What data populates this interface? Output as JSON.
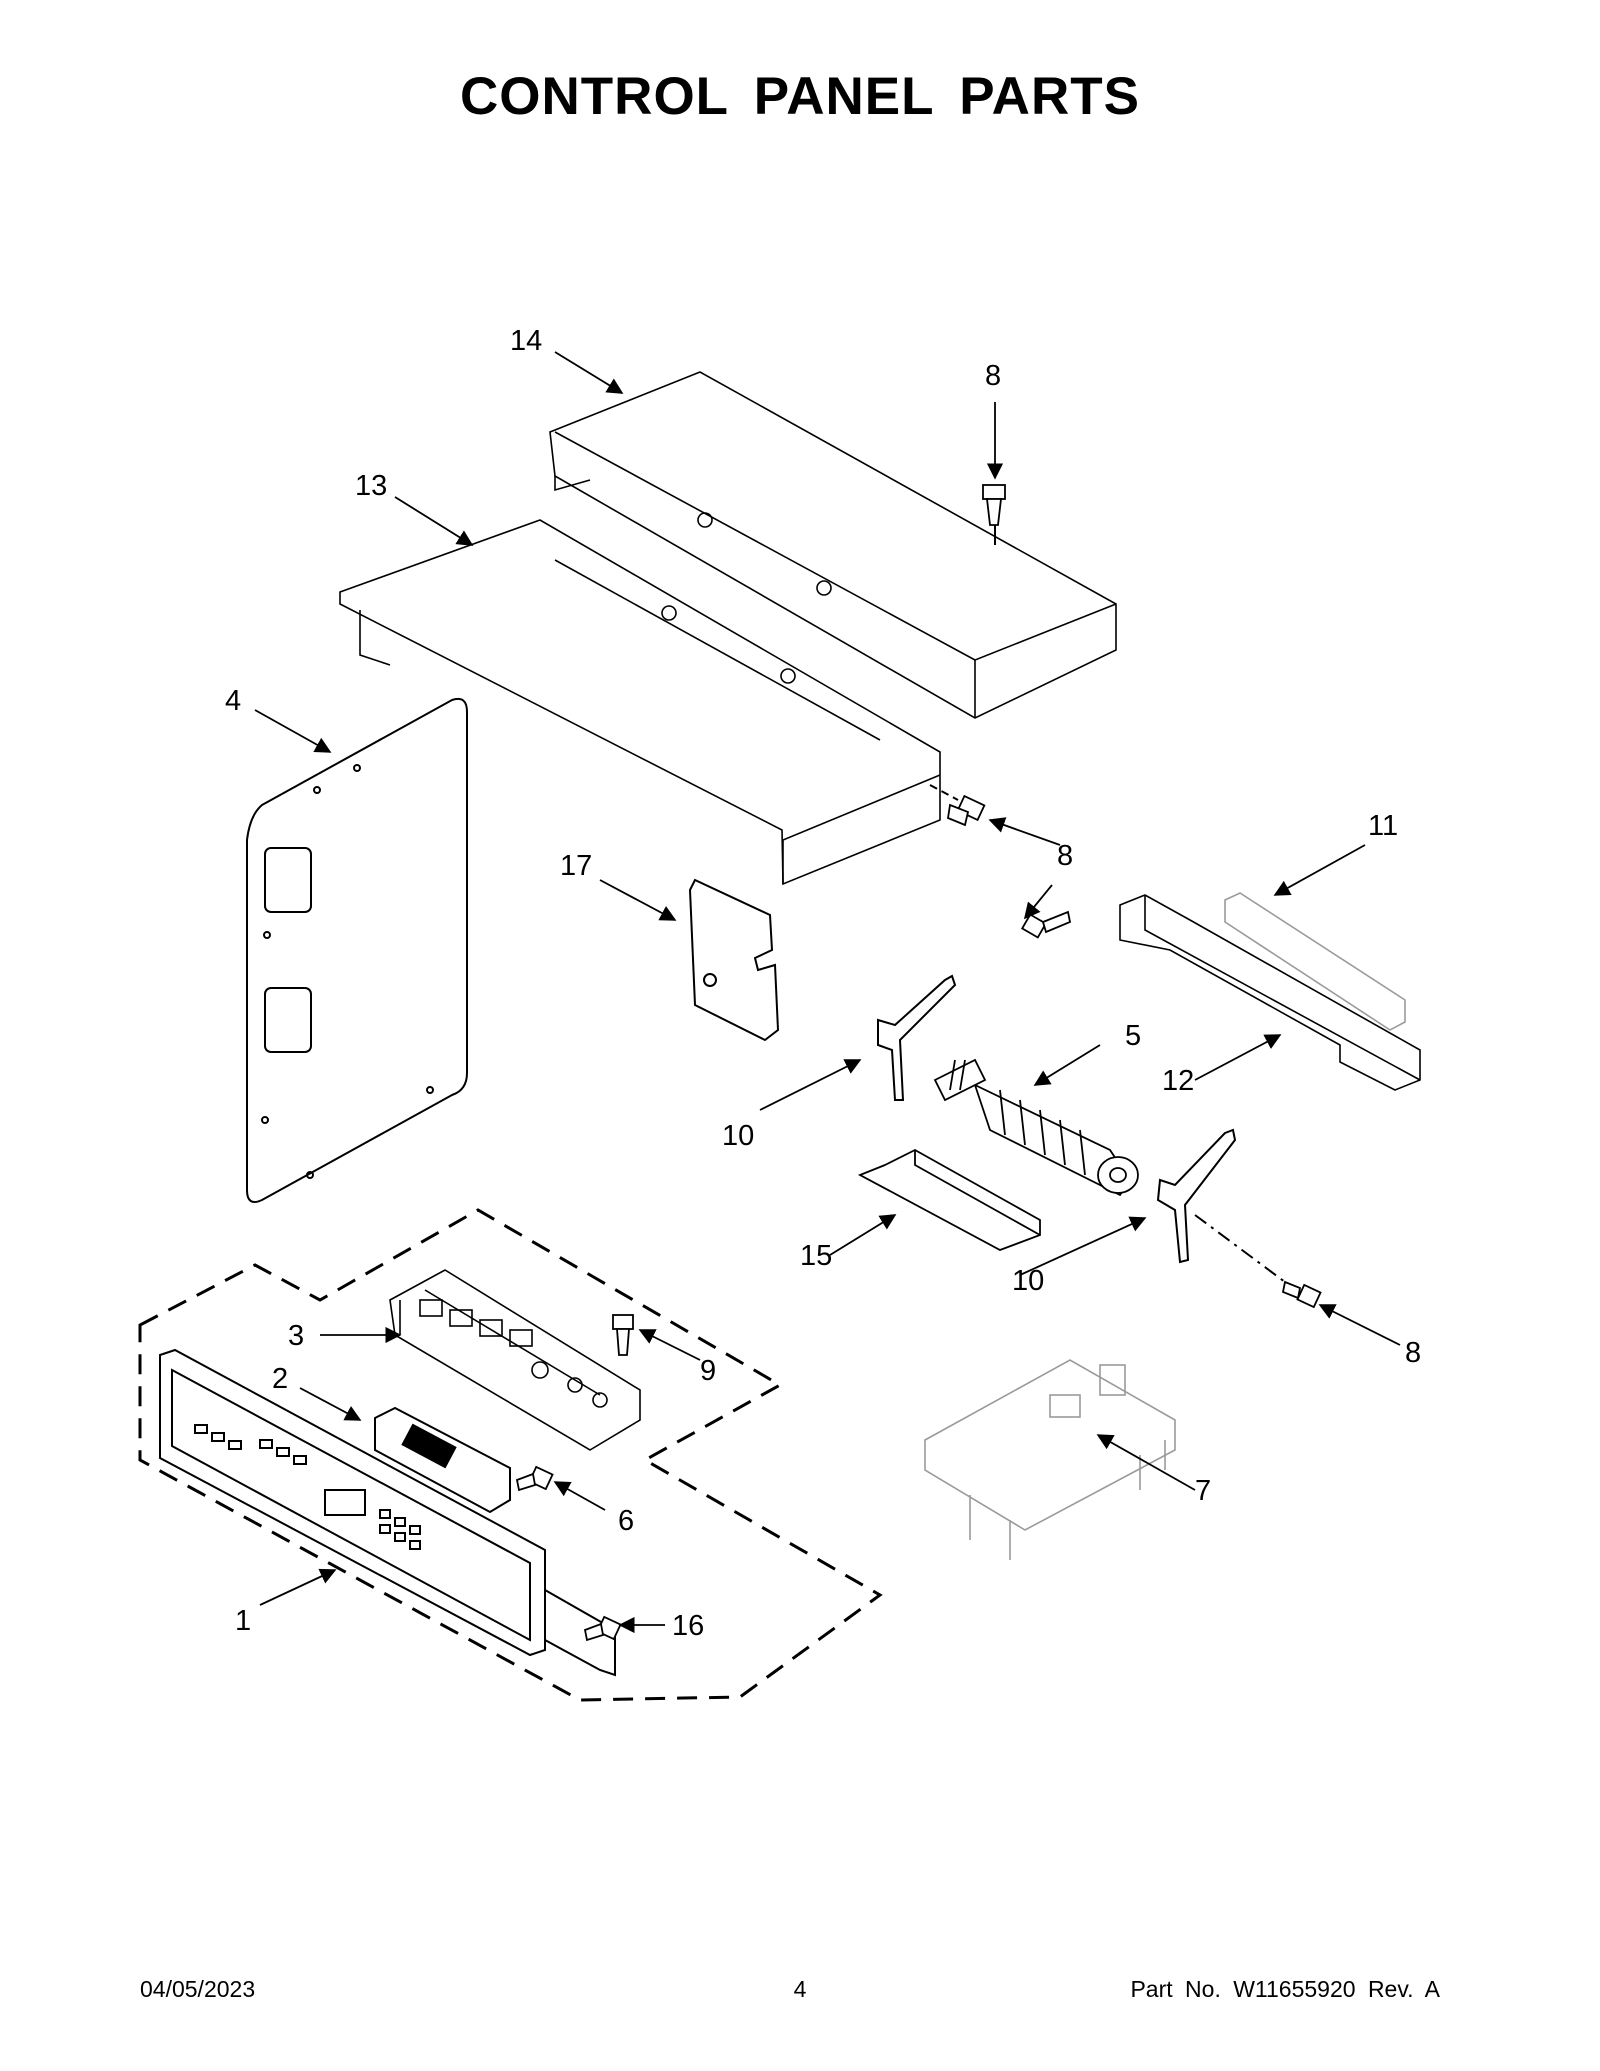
{
  "page": {
    "title": "CONTROL PANEL PARTS",
    "footer": {
      "date": "04/05/2023",
      "page_number": "4",
      "part_info": "Part No.  W11655920  Rev.  A"
    }
  },
  "callouts": [
    "1",
    "2",
    "3",
    "4",
    "5",
    "6",
    "7",
    "8",
    "8",
    "8",
    "8",
    "9",
    "10",
    "10",
    "11",
    "12",
    "13",
    "14",
    "15",
    "16",
    "17"
  ],
  "colors": {
    "line": "#000000",
    "light_part": "#9a9a9a"
  }
}
